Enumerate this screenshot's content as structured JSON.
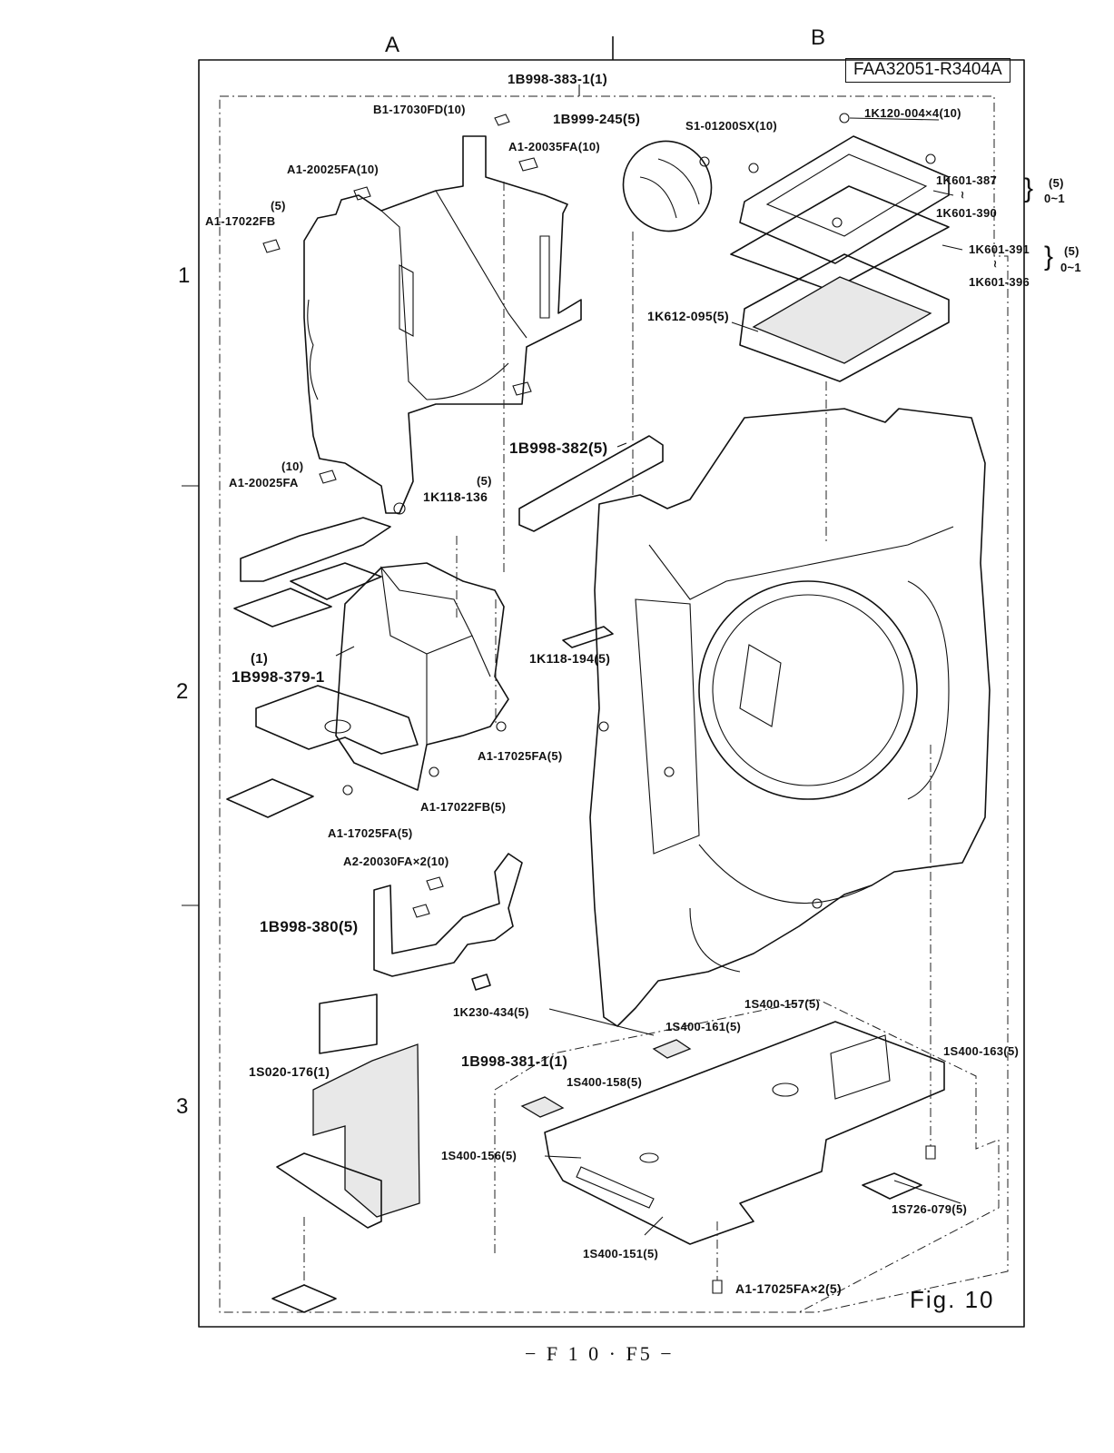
{
  "grid": {
    "columns": [
      "A",
      "B"
    ],
    "rows": [
      "1",
      "2",
      "3"
    ]
  },
  "document_code": "FAA32051-R3404A",
  "figure_label": "Fig. 10",
  "page_number": "− F 1 0 · F5 −",
  "parts": {
    "top_assembly": "1B998-383-1(1)",
    "screw_b1_17030fd": "B1-17030FD(10)",
    "part_1b999_245": "1B999-245(5)",
    "screw_s1_01200sx": "S1-01200SX(10)",
    "screw_1k120_004": "1K120-004×4(10)",
    "screw_a1_20035fa": "A1-20035FA(10)",
    "screw_a1_20025fa_top": "A1-20025FA(10)",
    "screw_a1_17022fb_qty": "(5)",
    "screw_a1_17022fb": "A1-17022FB",
    "shim_1k601_387": "1K601-387",
    "shim_1k601_390": "1K601-390",
    "shim_387_390_qty": "(5)",
    "shim_387_390_range": "0~1",
    "shim_1k601_391": "1K601-391",
    "shim_1k601_396": "1K601-396",
    "shim_391_396_qty": "(5)",
    "shim_391_396_range": "0~1",
    "range_mark_1": "≀",
    "range_mark_2": "≀",
    "screen_1k612_095": "1K612-095(5)",
    "plate_1b998_382": "1B998-382(5)",
    "screw_a1_20025fa_qty": "(10)",
    "screw_a1_20025fa_left": "A1-20025FA",
    "spring_1k118_136_qty": "(5)",
    "spring_1k118_136": "1K118-136",
    "part_1k118_194": "1K118-194(5)",
    "assembly_1b998_379_qty": "(1)",
    "assembly_1b998_379": "1B998-379-1",
    "screw_a1_17025fa_right": "A1-17025FA(5)",
    "screw_a1_17022fb_bottom": "A1-17022FB(5)",
    "screw_a1_17025fa_left": "A1-17025FA(5)",
    "screw_a2_20030fa": "A2-20030FA×2(10)",
    "lever_1b998_380": "1B998-380(5)",
    "spring_1k230_434": "1K230-434(5)",
    "part_1s400_157": "1S400-157(5)",
    "part_1s400_161": "1S400-161(5)",
    "part_1s400_163": "1S400-163(5)",
    "assembly_1b998_381": "1B998-381-1(1)",
    "part_1s400_158": "1S400-158(5)",
    "part_1s020_176": "1S020-176(1)",
    "part_1s400_156": "1S400-156(5)",
    "part_1s726_079": "1S726-079(5)",
    "part_1s400_151": "1S400-151(5)",
    "screw_a1_17025fa_x2": "A1-17025FA×2(5)"
  }
}
